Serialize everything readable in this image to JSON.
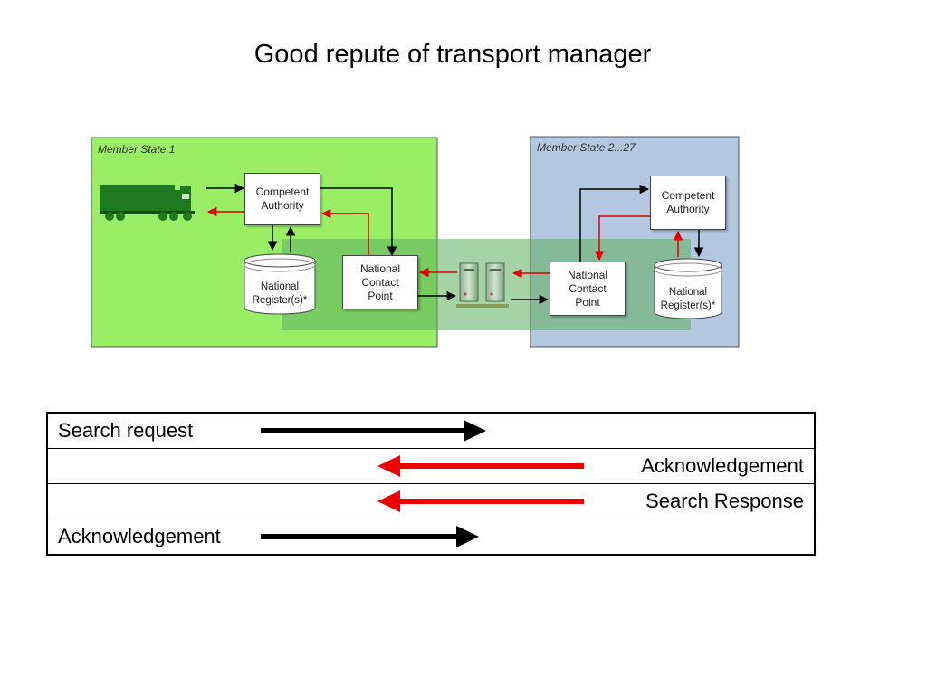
{
  "title": "Good repute of transport manager",
  "diagram": {
    "member_state_1": {
      "label": "Member State 1",
      "color": "#99ee66",
      "competent_authority": "Competent\nAuthority",
      "national_register": "National\nRegister(s)*",
      "national_contact_point": "National\nContact\nPoint"
    },
    "member_state_2": {
      "label": "Member State 2...27",
      "color": "#b3c7e0",
      "competent_authority": "Competent\nAuthority",
      "national_register": "National\nRegister(s)*",
      "national_contact_point": "National\nContact\nPoint"
    },
    "network_band_color": "#5caf5c",
    "truck_icon": "truck-icon",
    "server_icon": "server-icon",
    "arrow_colors": {
      "request": "#000000",
      "response": "#dd0000"
    }
  },
  "messages": [
    {
      "label": "Search request",
      "direction": "right",
      "color": "#000000"
    },
    {
      "label": "Acknowledgement",
      "direction": "left",
      "color": "#ee0000"
    },
    {
      "label": "Search Response",
      "direction": "left",
      "color": "#ee0000"
    },
    {
      "label": "Acknowledgement",
      "direction": "right",
      "color": "#000000"
    }
  ]
}
